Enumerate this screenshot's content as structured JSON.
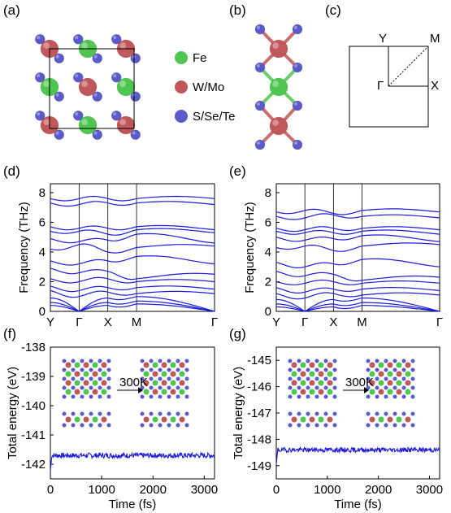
{
  "panels": {
    "a": "(a)",
    "b": "(b)",
    "c": "(c)",
    "d": "(d)",
    "e": "(e)",
    "f": "(f)",
    "g": "(g)"
  },
  "legend": [
    {
      "label": "Fe",
      "color": "#4fc64f"
    },
    {
      "label": "W/Mo",
      "color": "#c0575a"
    },
    {
      "label": "S/Se/Te",
      "color": "#5a5ac8"
    }
  ],
  "brillouin": {
    "points": [
      "Y",
      "M",
      "Γ",
      "X"
    ]
  },
  "arrow_label": "300K",
  "colors": {
    "band": "#1a1adc",
    "fe": "#4fc64f",
    "w": "#c0575a",
    "s": "#5a5ac8"
  },
  "chart_data": [
    {
      "type": "line",
      "panel": "(d)",
      "ylabel": "Frequency (THz)",
      "ylim": [
        0,
        8.6
      ],
      "yticks": [
        0,
        2,
        4,
        6,
        8
      ],
      "xticks": [
        "Y",
        "Γ",
        "X",
        "M",
        "Γ"
      ],
      "band_values_at_ticks": [
        [
          7.6,
          7.6,
          7.6,
          7.6,
          7.6
        ],
        [
          7.3,
          7.2,
          7.3,
          7.3,
          7.2
        ],
        [
          5.7,
          5.6,
          5.6,
          5.7,
          5.5
        ],
        [
          5.4,
          5.4,
          5.2,
          5.5,
          5.3
        ],
        [
          4.9,
          4.7,
          4.8,
          5.2,
          4.6
        ],
        [
          4.2,
          4.5,
          4.0,
          4.3,
          4.4
        ],
        [
          3.4,
          3.2,
          3.4,
          3.7,
          3.2
        ],
        [
          2.9,
          2.6,
          2.7,
          2.2,
          2.5
        ],
        [
          2.2,
          2.0,
          2.2,
          2.0,
          2.0
        ],
        [
          1.7,
          1.4,
          1.6,
          1.6,
          1.5
        ],
        [
          1.4,
          1.0,
          1.3,
          1.2,
          1.2
        ],
        [
          0.9,
          0.0,
          0.9,
          1.0,
          0.0
        ],
        [
          0.6,
          0.0,
          0.6,
          0.7,
          0.0
        ],
        [
          0.4,
          0.0,
          0.4,
          0.5,
          0.0
        ]
      ]
    },
    {
      "type": "line",
      "panel": "(e)",
      "ylabel": "Frequency (THz)",
      "ylim": [
        0,
        8.6
      ],
      "yticks": [
        0,
        2,
        4,
        6,
        8
      ],
      "xticks": [
        "Y",
        "Γ",
        "X",
        "M",
        "Γ"
      ],
      "band_values_at_ticks": [
        [
          6.7,
          6.8,
          6.6,
          6.8,
          6.7
        ],
        [
          6.4,
          6.3,
          6.5,
          6.4,
          6.3
        ],
        [
          5.6,
          5.5,
          5.6,
          5.6,
          5.5
        ],
        [
          5.4,
          5.3,
          5.3,
          5.4,
          5.2
        ],
        [
          5.0,
          4.8,
          4.9,
          5.1,
          4.7
        ],
        [
          4.3,
          4.4,
          4.1,
          4.4,
          4.5
        ],
        [
          3.3,
          3.0,
          3.2,
          3.5,
          3.0
        ],
        [
          2.7,
          2.4,
          2.5,
          2.1,
          2.3
        ],
        [
          2.0,
          1.9,
          2.0,
          1.9,
          1.9
        ],
        [
          1.6,
          1.3,
          1.5,
          1.5,
          1.4
        ],
        [
          1.2,
          0.9,
          1.2,
          1.1,
          1.1
        ],
        [
          0.8,
          0.0,
          0.8,
          0.9,
          0.0
        ],
        [
          0.5,
          0.0,
          0.5,
          0.6,
          0.0
        ],
        [
          0.3,
          0.0,
          0.3,
          0.4,
          0.0
        ]
      ]
    },
    {
      "type": "line",
      "panel": "(f)",
      "xlabel": "Time (fs)",
      "ylabel": "Total energy (eV)",
      "xlim": [
        0,
        3200
      ],
      "ylim": [
        -142.5,
        -138
      ],
      "xticks": [
        0,
        1000,
        2000,
        3000
      ],
      "yticks": [
        -138,
        -139,
        -140,
        -141,
        -142
      ],
      "mean_y": -141.7
    },
    {
      "type": "line",
      "panel": "(g)",
      "xlabel": "Time (fs)",
      "ylabel": "Total energy (eV)",
      "xlim": [
        0,
        3200
      ],
      "ylim": [
        -149.5,
        -144.5
      ],
      "xticks": [
        0,
        1000,
        2000,
        3000
      ],
      "yticks": [
        -145,
        -146,
        -147,
        -148,
        -149
      ],
      "mean_y": -148.4
    }
  ]
}
